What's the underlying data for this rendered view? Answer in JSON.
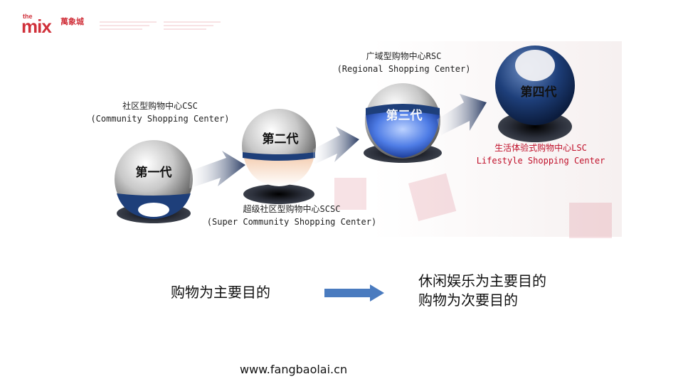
{
  "logo": {
    "small": "the",
    "main": "mix",
    "chinese": "萬象城"
  },
  "generations": [
    {
      "name": "第一代",
      "type": "社区型购物中心CSC",
      "type_en": "(Community Shopping Center)"
    },
    {
      "name": "第二代",
      "type": "超级社区型购物中心SCSC",
      "type_en": "(Super Community Shopping Center)"
    },
    {
      "name": "第三代",
      "type": "广域型购物中心RSC",
      "type_en": "(Regional Shopping Center)"
    },
    {
      "name": "第四代",
      "type": "生活体验式购物中心LSC",
      "type_en": "Lifestyle Shopping Center"
    }
  ],
  "bottom": {
    "left": "购物为主要目的",
    "right_line1": "休闲娱乐为主要目的",
    "right_line2": "购物为次要目的"
  },
  "url": "www.fangbaolai.cn",
  "colors": {
    "accent_red": "#c0102a",
    "sphere_blue": "#1e3f7a",
    "arrow_blue": "#4a7bbf"
  }
}
